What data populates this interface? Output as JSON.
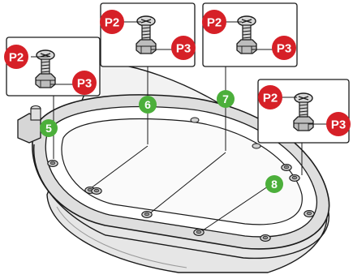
{
  "diagram": {
    "part_labels": {
      "screw_head": "P2",
      "nut": "P3"
    },
    "step_numbers": [
      "5",
      "6",
      "7",
      "8"
    ],
    "colors": {
      "part_marker": "#d62027",
      "step_marker": "#4caf3b",
      "outline": "#1a1a1a",
      "housing": "#ececec",
      "gasket": "#ffffff",
      "hardware": "#c9c9c9"
    }
  }
}
